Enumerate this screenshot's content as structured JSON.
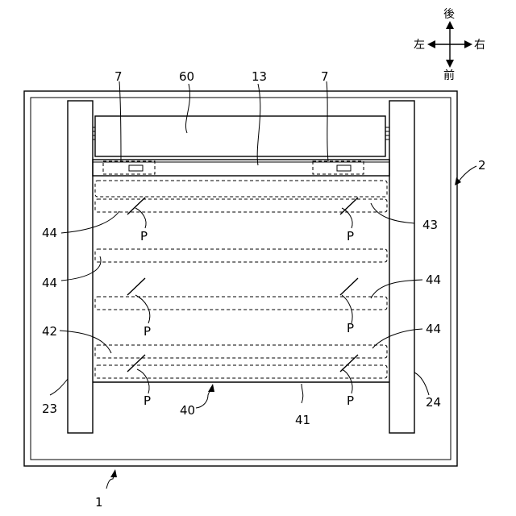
{
  "labels": {
    "ref_7_left": "7",
    "ref_60": "60",
    "ref_13": "13",
    "ref_7_right": "7",
    "ref_2": "2",
    "ref_44_a": "44",
    "ref_43": "43",
    "ref_44_b": "44",
    "ref_44_c": "44",
    "ref_42": "42",
    "ref_44_d": "44",
    "ref_23": "23",
    "ref_24": "24",
    "ref_40": "40",
    "ref_41": "41",
    "ref_1": "1",
    "p_1": "P",
    "p_2": "P",
    "p_3": "P",
    "p_4": "P",
    "p_5": "P",
    "p_6": "P"
  },
  "compass": {
    "back": "後",
    "front": "前",
    "left": "左",
    "right": "右"
  }
}
